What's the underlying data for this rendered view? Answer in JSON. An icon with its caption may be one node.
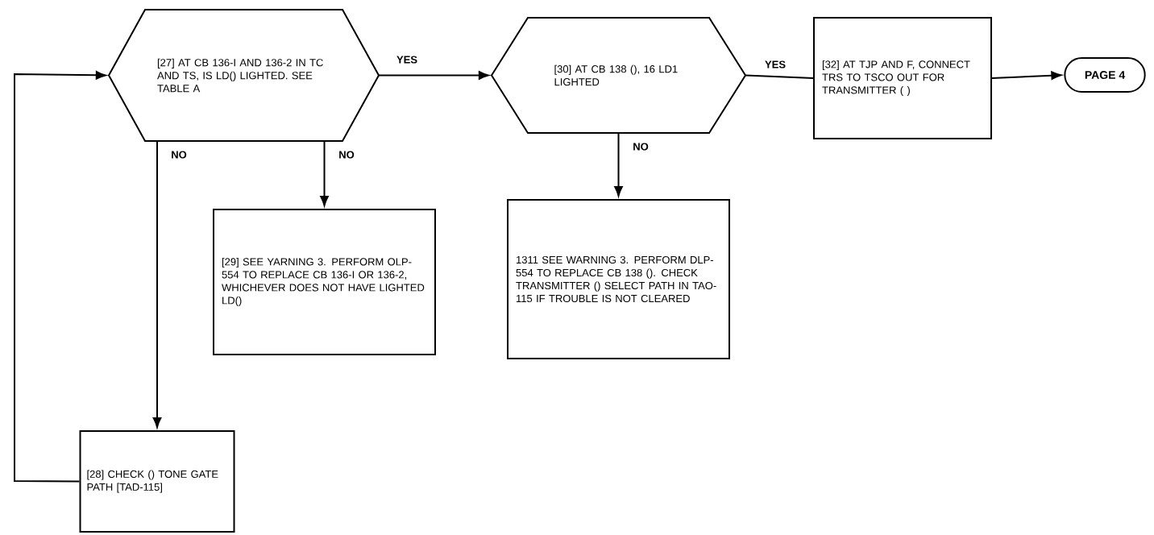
{
  "diagram": {
    "nodes": [
      {
        "text": [
          "[27] AT CB 136-I AND 136-2 IN TC AND TS, IS LD() LIGHTED. SEE TABLE A"
        ]
      },
      {
        "text": [
          "[30] AT CB 138 (), 16 LD1 LIGHTED"
        ]
      },
      {
        "text": [
          "[32] AT TJP AND F, CONNECT TRS TO TSCO OUT FOR TRANSMITTER ( )"
        ]
      },
      {
        "text": [
          "PAGE 4"
        ]
      },
      {
        "text": [
          "[29] SEE YARNING 3. PERFORM OLP-554 TO REPLACE CB 136-I OR 136-2, WHICHEVER DOES NOT HAVE LIGHTED LD()"
        ]
      },
      {
        "text": [
          "1311 SEE WARNING 3. PERFORM DLP-554 TO REPLACE CB 138 (). CHECK TRANSMITTER () SELECT PATH IN TAO-115 IF TROUBLE IS NOT CLEARED"
        ]
      },
      {
        "text": [
          "[28] CHECK () TONE GATE PATH [TAD-115]"
        ]
      }
    ],
    "edges": [
      {
        "from": 0,
        "to": 1,
        "arrow": "to",
        "label": "YES"
      },
      {
        "from": 1,
        "to": 2,
        "arrow": "none",
        "label": "YES"
      },
      {
        "from": 2,
        "to": 3,
        "arrow": "to"
      },
      {
        "from": 0,
        "to": 6,
        "arrow": "to",
        "label": "NO"
      },
      {
        "from": 0,
        "to": 4,
        "arrow": "to",
        "label": "NO"
      },
      {
        "from": 1,
        "to": 5,
        "arrow": "to",
        "label": "NO"
      },
      {
        "from": 6,
        "to": 0,
        "arrow": "to"
      }
    ]
  }
}
